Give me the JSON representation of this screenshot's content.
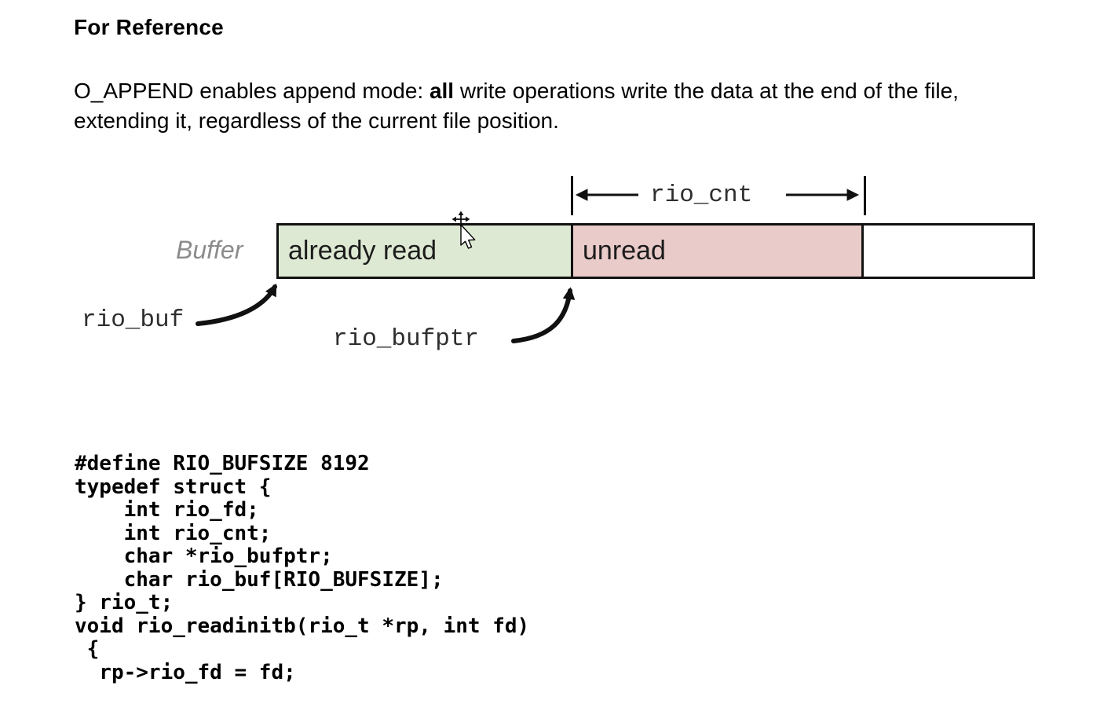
{
  "page": {
    "heading": "For Reference",
    "paragraph": {
      "line1_pre": "O_APPEND enables append mode: ",
      "line1_bold": "all",
      "line1_post": " write operations write the data at the end of the file,",
      "line2": "extending it, regardless of the current file position."
    }
  },
  "diagram": {
    "buffer_label": "Buffer",
    "rio_cnt_label": "rio_cnt",
    "rio_buf_label": "rio_buf",
    "rio_bufptr_label": "rio_bufptr",
    "sections": [
      {
        "label": "already read",
        "color": "#dde9d3"
      },
      {
        "label": "unread",
        "color": "#e9cbc9"
      },
      {
        "label": "",
        "color": "#ffffff"
      }
    ],
    "colors": {
      "outline": "#111111",
      "buffer_label_gray": "#8b8b8b"
    }
  },
  "code": {
    "lines": [
      "#define RIO_BUFSIZE 8192",
      "typedef struct {",
      "    int rio_fd;",
      "    int rio_cnt;",
      "    char *rio_bufptr;",
      "    char rio_buf[RIO_BUFSIZE];",
      "} rio_t;",
      "void rio_readinitb(rio_t *rp, int fd)",
      " {",
      "  rp->rio_fd = fd;"
    ]
  }
}
